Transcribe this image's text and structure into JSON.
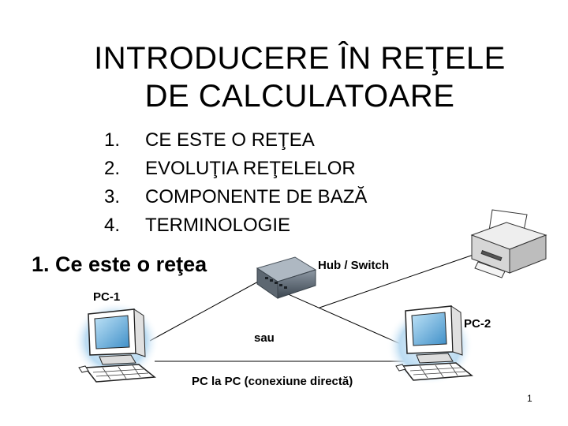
{
  "slide": {
    "title_line1": "INTRODUCERE ÎN REŢELE",
    "title_line2": "DE CALCULATOARE",
    "toc": [
      {
        "num": "1.",
        "text": "CE ESTE O REŢEA"
      },
      {
        "num": "2.",
        "text": "EVOLUŢIA REŢELELOR"
      },
      {
        "num": "3.",
        "text": "COMPONENTE DE BAZĂ"
      },
      {
        "num": "4.",
        "text": "TERMINOLOGIE"
      }
    ],
    "section_heading": "1. Ce este o reţea",
    "page_number": "1"
  },
  "diagram": {
    "hub_label": "Hub / Switch",
    "pc1_label": "PC-1",
    "pc2_label": "PC-2",
    "or_label": "sau",
    "direct_label": "PC la PC (conexiune directă)"
  }
}
